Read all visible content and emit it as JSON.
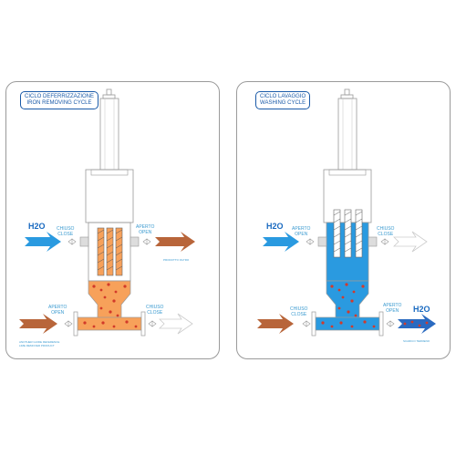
{
  "iron_removing": {
    "title_it": "CICLO DEFERRIZZAZIONE",
    "title_en": "IRON REMOVING CYCLE",
    "inlet_h2o": "H2O",
    "top_left_valve": [
      "CHIUSO",
      "CLOSE"
    ],
    "top_right_valve": [
      "APERTO",
      "OPEN"
    ],
    "outlet_caption": "PRODOTTO FILTRO",
    "bottom_left_valve": [
      "APERTO",
      "OPEN"
    ],
    "bottom_right_valve": [
      "CHIUSO",
      "CLOSE"
    ],
    "bottom_caption": [
      "ANOTHER GUIDE REFERENCE",
      "LIME REMOVER PRODUCT"
    ]
  },
  "washing": {
    "title_it": "CICLO LAVAGGIO",
    "title_en": "WASHING CYCLE",
    "inlet_h2o": "H2O",
    "outlet_h2o": "H2O",
    "top_left_valve": [
      "APERTO",
      "OPEN"
    ],
    "top_right_valve": [
      "CHIUSO",
      "CLOSE"
    ],
    "bottom_left_valve": [
      "CHIUSO",
      "CLOSE"
    ],
    "bottom_right_valve": [
      "APERTO",
      "OPEN"
    ],
    "outlet_caption": "SCARICO TERRENO"
  },
  "colors": {
    "water_blue": "#2a9ae0",
    "filter_orange": "#f7a15a",
    "iron_red": "#d23a2a",
    "arrow_brown": "#b8653a",
    "outline": "#9a9a9a"
  }
}
